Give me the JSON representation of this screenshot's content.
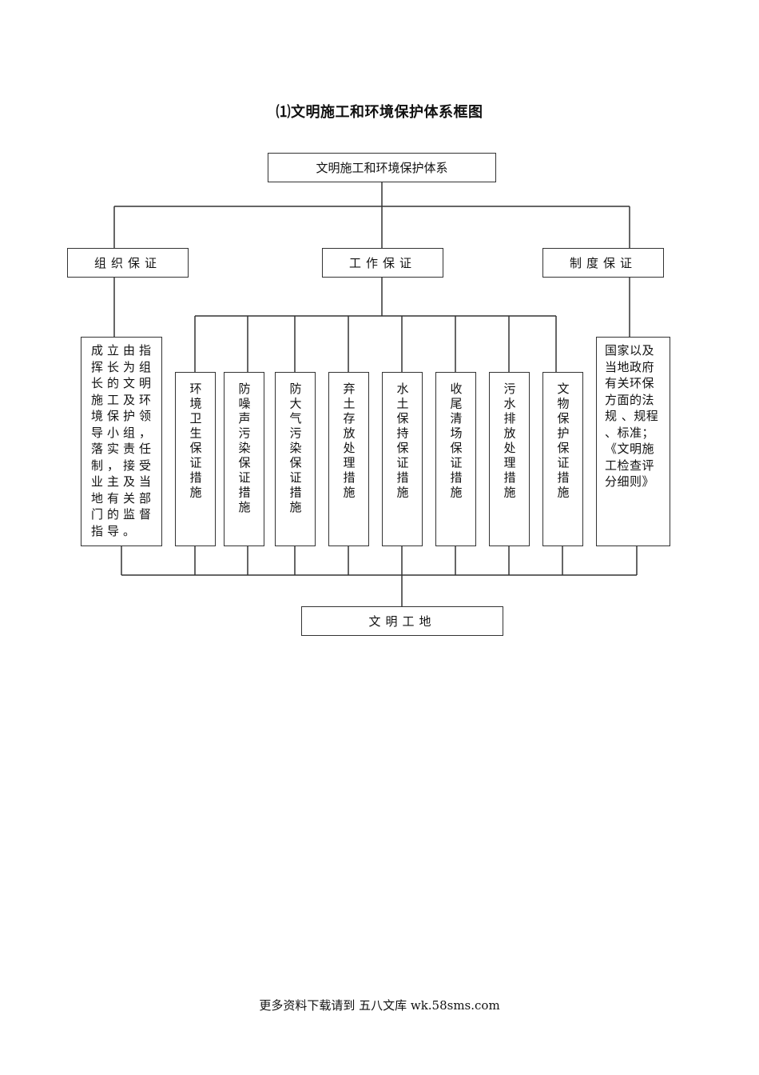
{
  "title": "⑴文明施工和环境保护体系框图",
  "root": {
    "label": "文明施工和环境保护体系"
  },
  "level2": [
    {
      "label": "组织保证"
    },
    {
      "label": "工作保证"
    },
    {
      "label": "制度保证"
    }
  ],
  "org_detail": {
    "text": "成立由指挥长为组长的文明施工及环境保护领导小组，落实责任制，接受业主及当地有关部门的监督指导。"
  },
  "work_measures": [
    {
      "label": "环境卫生保证措施"
    },
    {
      "label": "防噪声污染保证措施"
    },
    {
      "label": "防大气污染保证措施"
    },
    {
      "label": "弃土存放处理措施"
    },
    {
      "label": "水土保持保证措施"
    },
    {
      "label": "收尾清场保证措施"
    },
    {
      "label": "污水排放处理措施"
    },
    {
      "label": "文物保护保证措施"
    }
  ],
  "system_detail": {
    "text": "国家以及当地政府有关环保方面的法规 、规程 、标准；《文明施工检查评分细则》"
  },
  "result": {
    "label": "文明工地"
  },
  "footer": "更多资料下载请到 五八文库 wk.58sms.com",
  "colors": {
    "line": "#333333",
    "text": "#111111"
  }
}
